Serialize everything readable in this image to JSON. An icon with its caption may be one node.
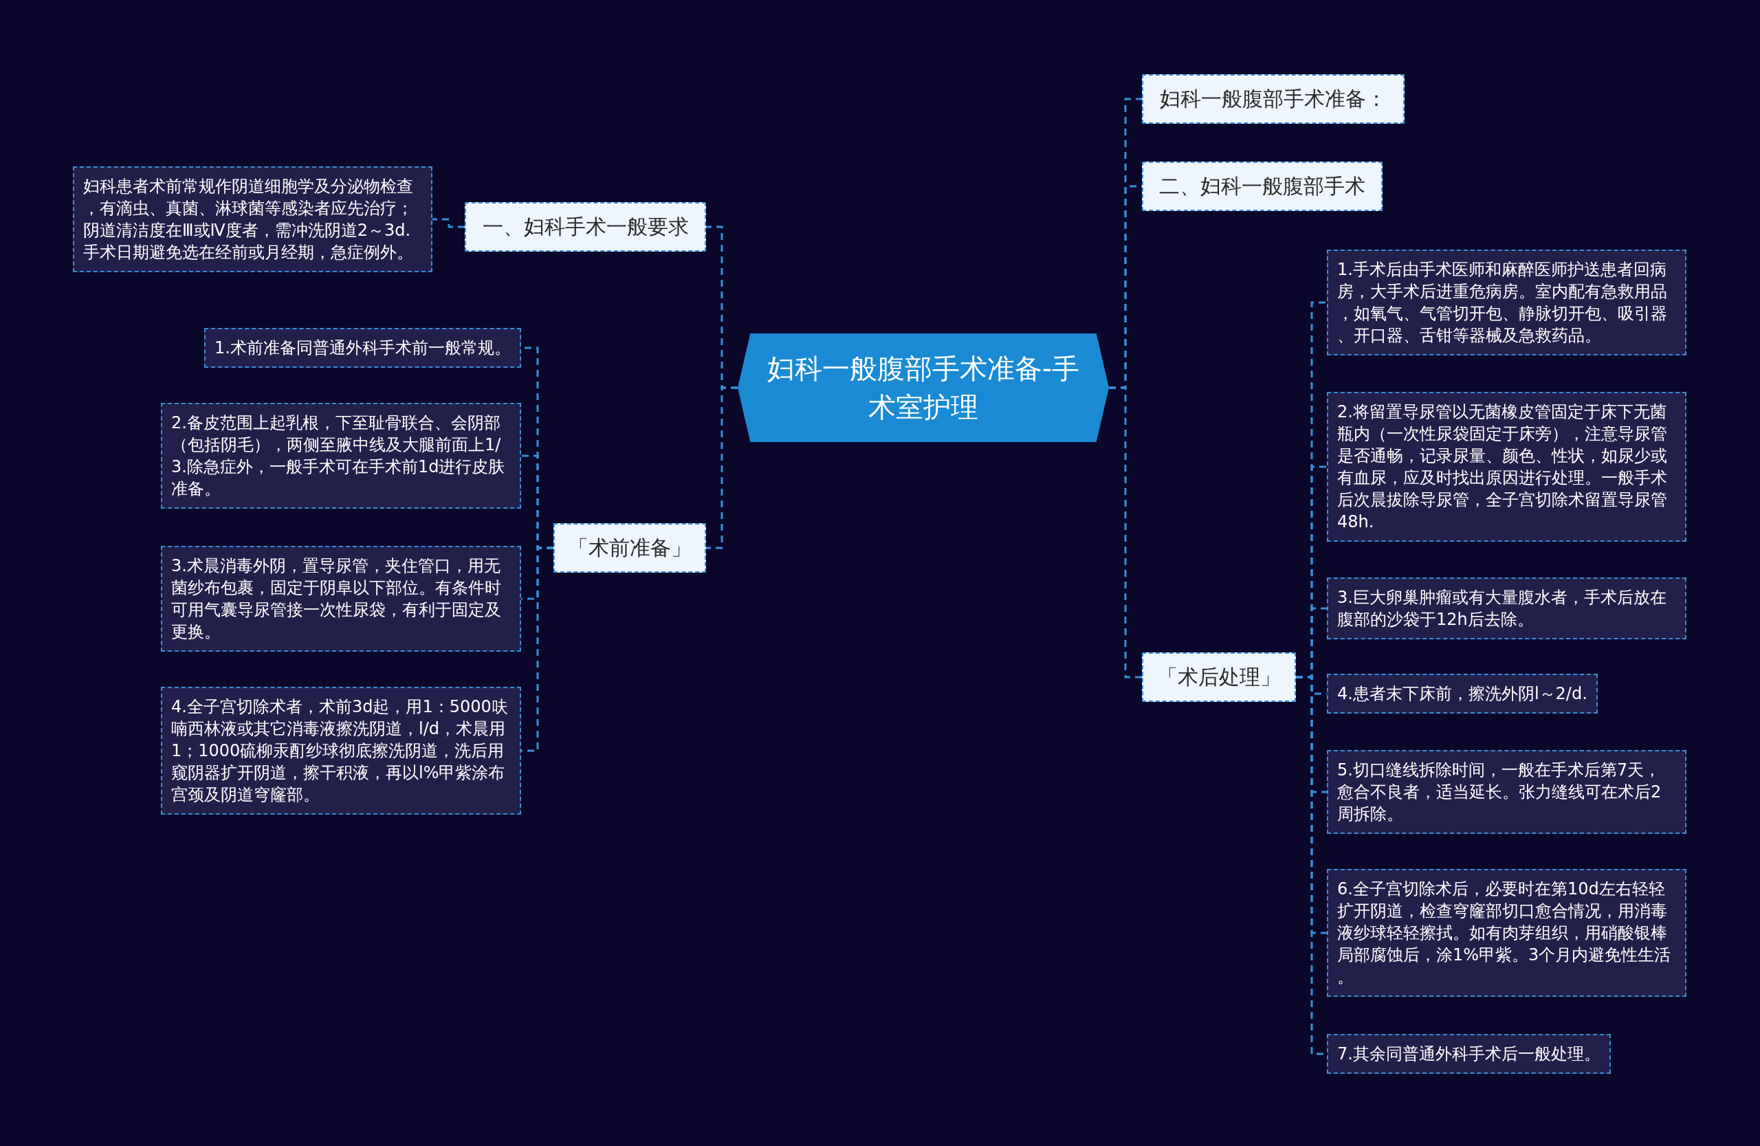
{
  "diagram": {
    "nodes": [
      {
        "text": [
          "妇科一般腹部手术准备-手术室护理"
        ]
      },
      {
        "text": [
          "一、妇科手术一般要求"
        ]
      },
      {
        "text": [
          "妇科患者术前常规作阴道细胞学及分泌物检查，有滴虫、真菌、淋球菌等感染者应先治疗；阴道清洁度在Ⅲ或Ⅳ度者，需冲洗阴道2～3d.手术日期避免选在经前或月经期，急症例外。"
        ]
      },
      {
        "text": [
          "「术前准备」"
        ]
      },
      {
        "text": [
          "1.术前准备同普通外科手术前一般常规。"
        ]
      },
      {
        "text": [
          "2.备皮范围上起乳根，下至耻骨联合、会阴部（包括阴毛），两侧至腋中线及大腿前面上1/3.除急症外，一般手术可在手术前1d进行皮肤准备。"
        ]
      },
      {
        "text": [
          "3.术晨消毒外阴，置导尿管，夹住管口，用无菌纱布包裹，固定于阴阜以下部位。有条件时可用气囊导尿管接一次性尿袋，有利于固定及更换。"
        ]
      },
      {
        "text": [
          "4.全子宫切除术者，术前3d起，用1：5000呋喃西林液或其它消毒液擦洗阴道，l/d，术晨用1；1000硫柳汞酊纱球彻底擦洗阴道，洗后用窥阴器扩开阴道，擦干积液，再以l%甲紫涂布宫颈及阴道穹窿部。"
        ]
      },
      {
        "text": [
          "妇科一般腹部手术准备："
        ]
      },
      {
        "text": [
          "二、妇科一般腹部手术"
        ]
      },
      {
        "text": [
          "「术后处理」"
        ]
      },
      {
        "text": [
          "1.手术后由手术医师和麻醉医师护送患者回病房，大手术后进重危病房。室内配有急救用品，如氧气、气管切开包、静脉切开包、吸引器、开口器、舌钳等器械及急救药品。"
        ]
      },
      {
        "text": [
          "2.将留置导尿管以无菌橡皮管固定于床下无菌瓶内（一次性尿袋固定于床旁），注意导尿管是否通畅，记录尿量、颜色、性状，如尿少或有血尿，应及时找出原因进行处理。一般手术后次晨拔除导尿管，全子宫切除术留置导尿管48h."
        ]
      },
      {
        "text": [
          "3.巨大卵巢肿瘤或有大量腹水者，手术后放在腹部的沙袋于12h后去除。"
        ]
      },
      {
        "text": [
          "4.患者末下床前，擦洗外阴l～2/d."
        ]
      },
      {
        "text": [
          "5.切口缝线拆除时间，一般在手术后第7天，愈合不良者，适当延长。张力缝线可在术后2周拆除。"
        ]
      },
      {
        "text": [
          "6.全子宫切除术后，必要时在第10d左右轻轻扩开阴道，检查穹窿部切口愈合情况，用消毒液纱球轻轻擦拭。如有肉芽组织，用硝酸银棒局部腐蚀后，涂1%甲紫。3个月内避免性生活。"
        ]
      },
      {
        "text": [
          "7.其余同普通外科手术后一般处理。"
        ]
      }
    ],
    "edges": [
      {
        "from": 0,
        "to": 1,
        "arrow": "none",
        "style": "dashed"
      },
      {
        "from": 1,
        "to": 2,
        "arrow": "none",
        "style": "dashed"
      },
      {
        "from": 0,
        "to": 3,
        "arrow": "none",
        "style": "dashed"
      },
      {
        "from": 3,
        "to": 4,
        "arrow": "none",
        "style": "dashed"
      },
      {
        "from": 3,
        "to": 5,
        "arrow": "none",
        "style": "dashed"
      },
      {
        "from": 3,
        "to": 6,
        "arrow": "none",
        "style": "dashed"
      },
      {
        "from": 3,
        "to": 7,
        "arrow": "none",
        "style": "dashed"
      },
      {
        "from": 0,
        "to": 8,
        "arrow": "none",
        "style": "dashed"
      },
      {
        "from": 0,
        "to": 9,
        "arrow": "none",
        "style": "dashed"
      },
      {
        "from": 0,
        "to": 10,
        "arrow": "none",
        "style": "dashed"
      },
      {
        "from": 10,
        "to": 11,
        "arrow": "none",
        "style": "dashed"
      },
      {
        "from": 10,
        "to": 12,
        "arrow": "none",
        "style": "dashed"
      },
      {
        "from": 10,
        "to": 13,
        "arrow": "none",
        "style": "dashed"
      },
      {
        "from": 10,
        "to": 14,
        "arrow": "none",
        "style": "dashed"
      },
      {
        "from": 10,
        "to": 15,
        "arrow": "none",
        "style": "dashed"
      },
      {
        "from": 10,
        "to": 16,
        "arrow": "none",
        "style": "dashed"
      },
      {
        "from": 10,
        "to": 17,
        "arrow": "none",
        "style": "dashed"
      }
    ]
  }
}
